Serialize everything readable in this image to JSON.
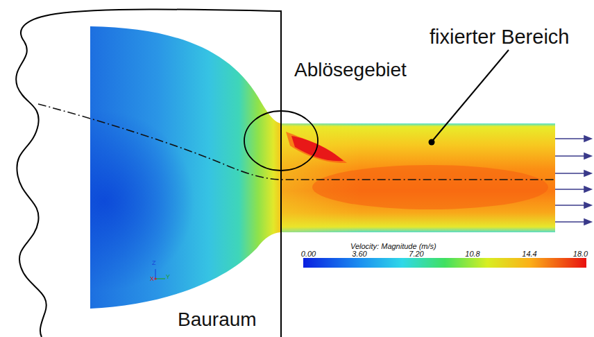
{
  "diagram": {
    "labels": [
      "fixierter Bereich",
      "Ablösegebiet",
      "Bauraum",
      "Velocity: Magnitude (m/s)",
      "0.00",
      "3.60",
      "7.20",
      "10.8",
      "14.4",
      "18.0",
      "Z",
      "X",
      "Y"
    ]
  }
}
